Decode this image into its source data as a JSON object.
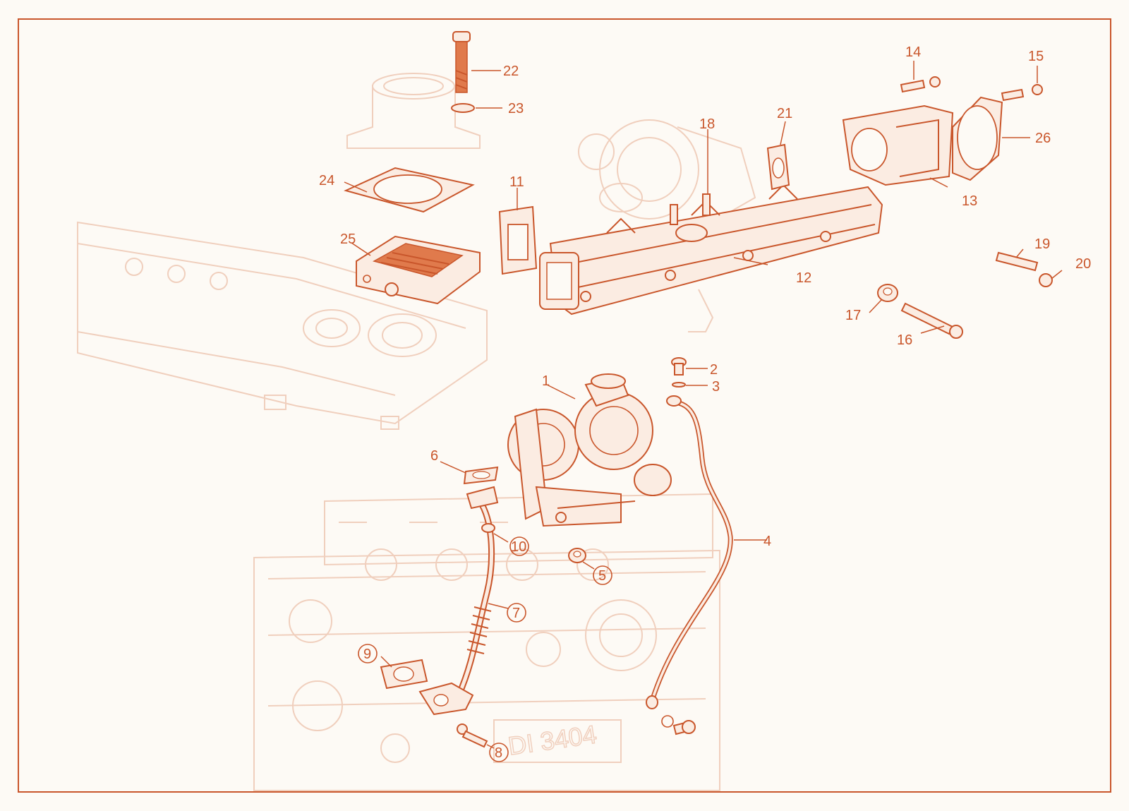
{
  "diagram": {
    "accent_color": "#c9562b",
    "ghost_color": "#f0cfbd",
    "background_color": "#fdfaf5",
    "engine_block_text": "DI 3404",
    "part_labels": [
      "1",
      "2",
      "3",
      "4",
      "5",
      "6",
      "7",
      "8",
      "9",
      "10",
      "11",
      "12",
      "13",
      "14",
      "15",
      "16",
      "17",
      "18",
      "19",
      "20",
      "21",
      "22",
      "23",
      "24",
      "25",
      "26"
    ],
    "circled_labels": [
      "5",
      "7",
      "8",
      "9",
      "10"
    ]
  }
}
